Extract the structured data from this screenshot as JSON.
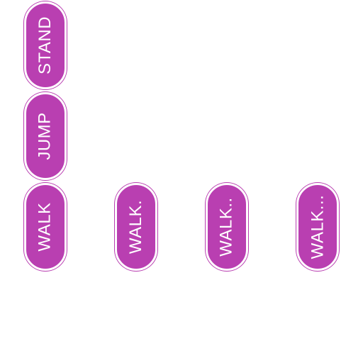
{
  "colors": {
    "background": "#ffffff",
    "pill_fill": "#b93fb1",
    "pill_outline": "#b93fb1",
    "label": "#ffffff"
  },
  "buttons": {
    "stand": {
      "label": "STAND"
    },
    "jump": {
      "label": "JUMP"
    },
    "walk_1": {
      "label": "WALK"
    },
    "walk_2": {
      "label": "WALK."
    },
    "walk_3": {
      "label": "WALK.."
    },
    "walk_4": {
      "label": "WALK..."
    }
  }
}
